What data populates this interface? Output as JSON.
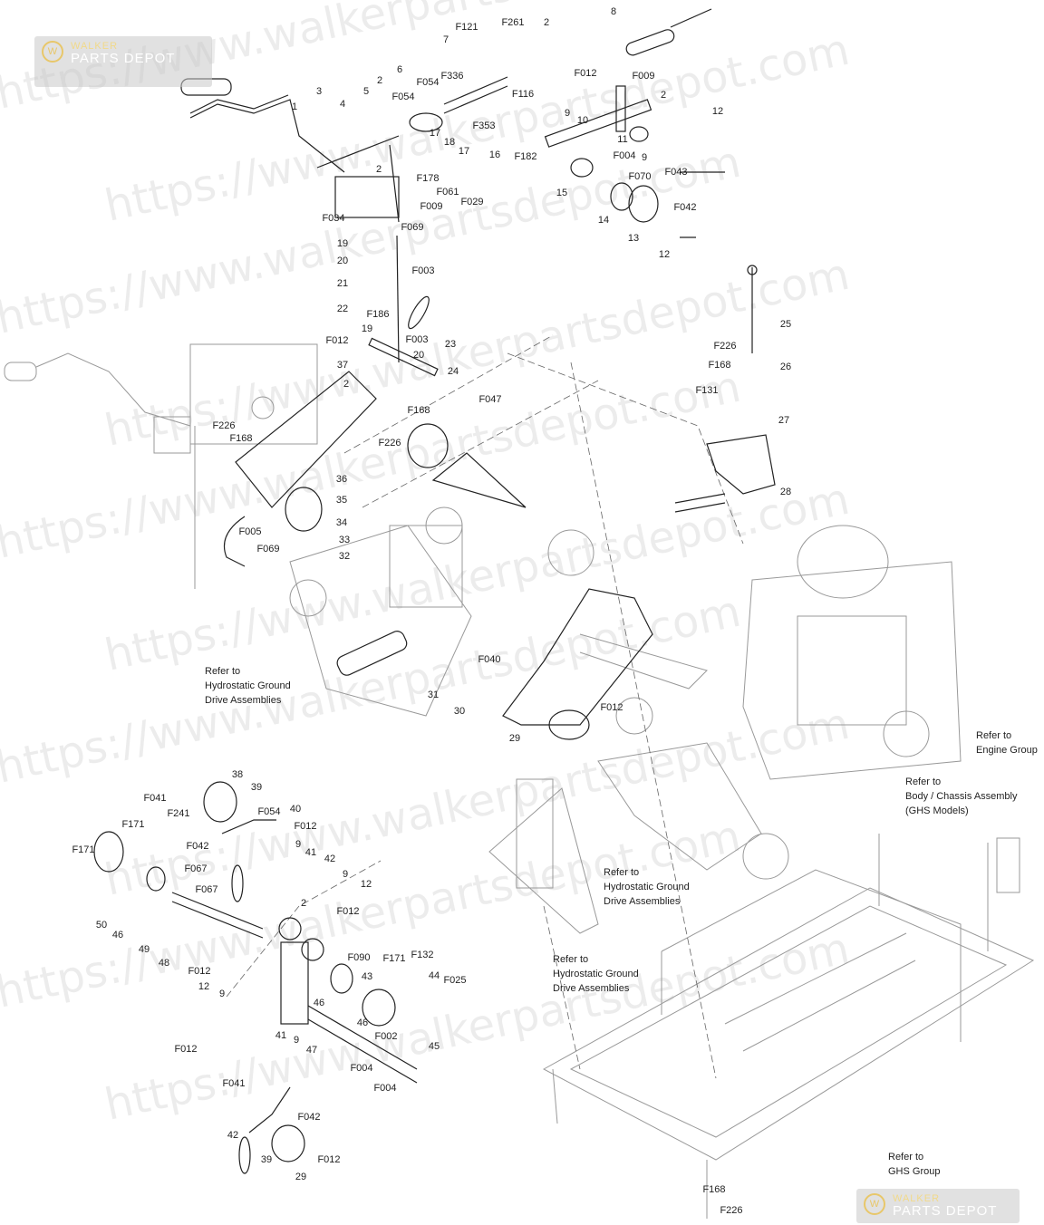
{
  "watermark": {
    "text": "https://www.walkerpartsdepot.com",
    "logo_top": "WALKER",
    "logo_bottom": "PARTS DEPOT",
    "logo_letter": "W"
  },
  "labels": [
    "3",
    "1",
    "4",
    "5",
    "2",
    "F054",
    "6",
    "F054",
    "F336",
    "7",
    "F121",
    "F261",
    "2",
    "F353",
    "F116",
    "17",
    "18",
    "17",
    "2",
    "F178",
    "F061",
    "F029",
    "F009",
    "F034",
    "F069",
    "19",
    "20",
    "8",
    "F012",
    "F009",
    "2",
    "9",
    "10",
    "16",
    "F182",
    "11",
    "F004",
    "9",
    "12",
    "F043",
    "F070",
    "15",
    "14",
    "13",
    "F042",
    "12",
    "F003",
    "21",
    "F186",
    "22",
    "19",
    "F012",
    "F003",
    "20",
    "23",
    "37",
    "2",
    "24",
    "F047",
    "F168",
    "F226",
    "F168",
    "F226",
    "36",
    "35",
    "34",
    "F005",
    "33",
    "F069",
    "32",
    "25",
    "F226",
    "F168",
    "26",
    "F131",
    "27",
    "28",
    "F040",
    "31",
    "30",
    "29",
    "F012",
    "38",
    "39",
    "F041",
    "F241",
    "40",
    "F054",
    "F012",
    "F171",
    "F042",
    "9",
    "41",
    "42",
    "F171",
    "F067",
    "9",
    "12",
    "F067",
    "F012",
    "2",
    "50",
    "46",
    "49",
    "48",
    "F090",
    "F171",
    "F132",
    "F012",
    "43",
    "44",
    "F025",
    "12",
    "9",
    "46",
    "46",
    "F002",
    "45",
    "F012",
    "41",
    "9",
    "47",
    "F004",
    "F004",
    "F041",
    "F042",
    "42",
    "39",
    "F012",
    "29",
    "F168",
    "F226"
  ],
  "notes": [
    {
      "lines": [
        "Refer to",
        "Hydrostatic Ground",
        "Drive Assemblies"
      ]
    },
    {
      "lines": [
        "Refer to",
        "Engine Group"
      ]
    },
    {
      "lines": [
        "Refer to",
        "Body / Chassis Assembly",
        "(GHS Models)"
      ]
    },
    {
      "lines": [
        "Refer to",
        "Hydrostatic Ground",
        "Drive Assemblies"
      ]
    },
    {
      "lines": [
        "Refer to",
        "Hydrostatic Ground",
        "Drive Assemblies"
      ]
    },
    {
      "lines": [
        "Refer to",
        "GHS Group"
      ]
    }
  ]
}
